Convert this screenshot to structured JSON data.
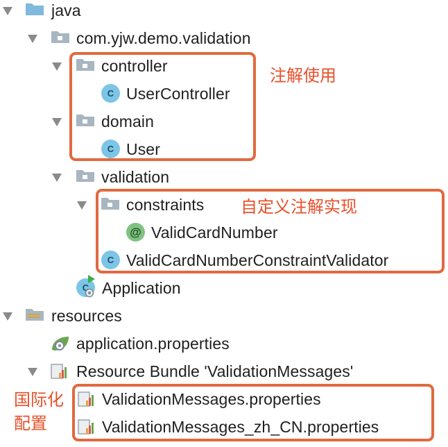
{
  "tree": {
    "java": "java",
    "package": "com.yjw.demo.validation",
    "controller": "controller",
    "user_controller": "UserController",
    "domain": "domain",
    "user": "User",
    "validation": "validation",
    "constraints": "constraints",
    "valid_card_number": "ValidCardNumber",
    "validator": "ValidCardNumberConstraintValidator",
    "application": "Application",
    "resources": "resources",
    "app_properties": "application.properties",
    "bundle": "Resource Bundle 'ValidationMessages'",
    "messages": "ValidationMessages.properties",
    "messages_zh": "ValidationMessages_zh_CN.properties"
  },
  "icons": {
    "class_letter": "C",
    "annotation_letter": "@"
  },
  "annotations": {
    "usage": "注解使用",
    "custom": "自定义注解实现",
    "i18n_line1": "国际化",
    "i18n_line2": "配置"
  },
  "colors": {
    "highlight": "#e06a3f",
    "note_text": "#e8502a",
    "class_icon": "#7cc5e6",
    "annotation_icon": "#7fc281",
    "folder": "#a8b6c1",
    "java_folder": "#7fb9dc"
  }
}
